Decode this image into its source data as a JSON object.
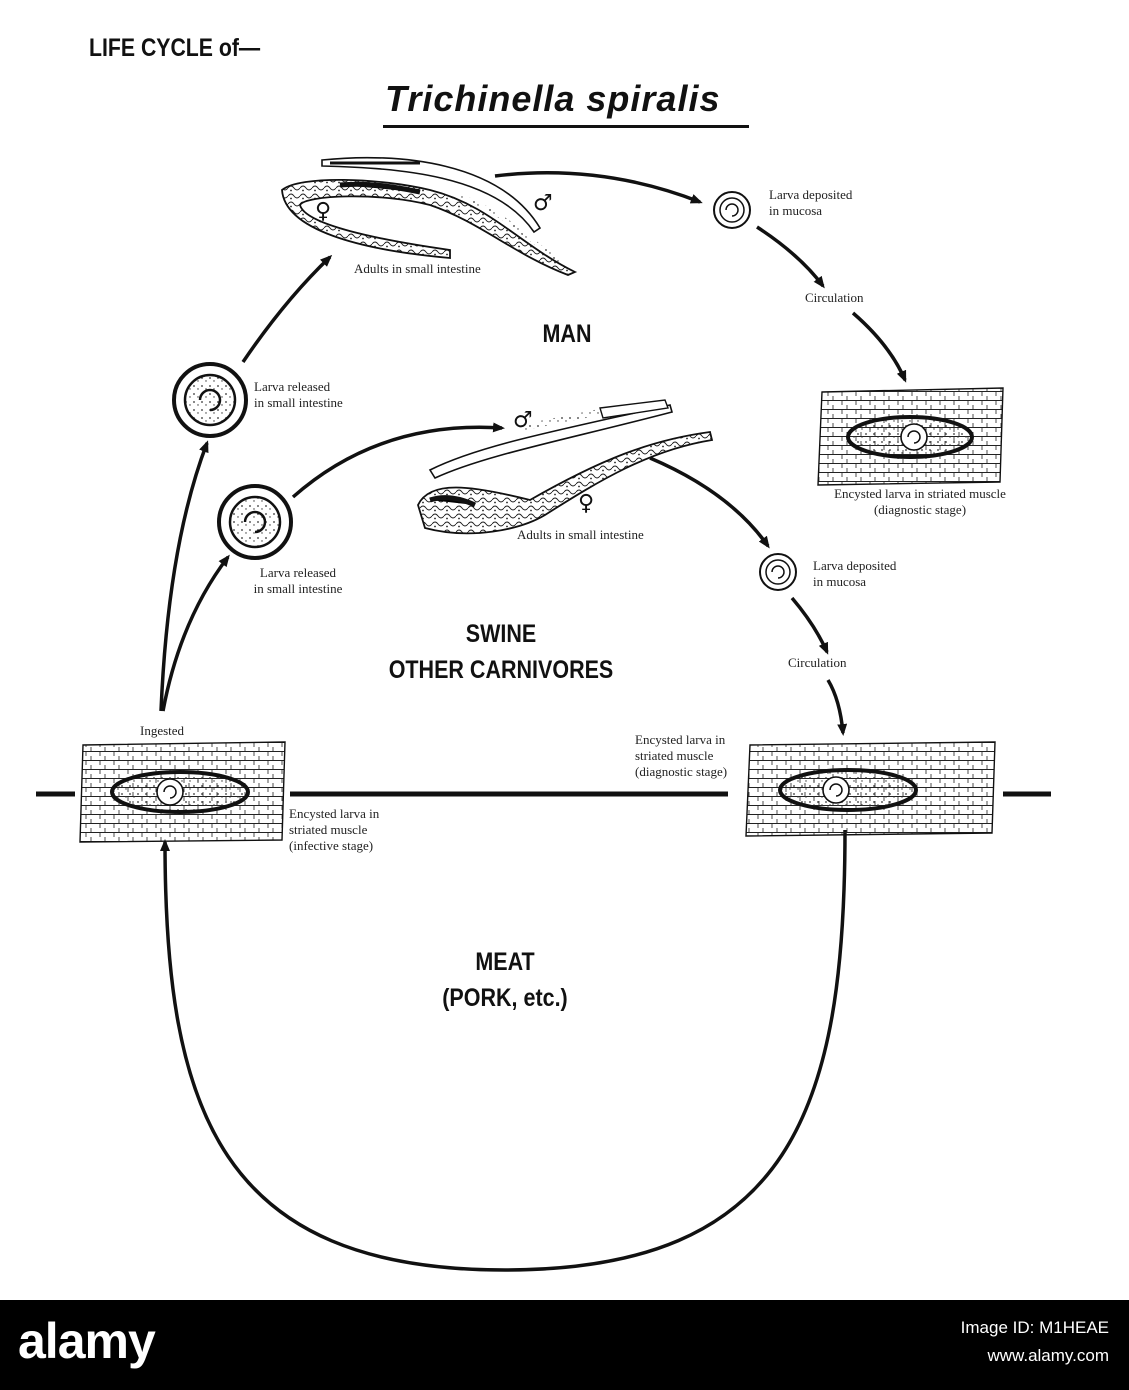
{
  "header": {
    "title_prefix": "LIFE CYCLE of—",
    "title_species": "Trichinella spiralis"
  },
  "regions": {
    "man": "MAN",
    "swine_line1": "SWINE",
    "swine_line2": "OTHER CARNIVORES",
    "meat_line1": "MEAT",
    "meat_line2": "(PORK, etc.)"
  },
  "labels": {
    "man_adults": "Adults in small intestine",
    "man_larva_deposited_1": "Larva deposited",
    "man_larva_deposited_2": "in mucosa",
    "man_circulation": "Circulation",
    "man_encysted_1": "Encysted larva in striated muscle",
    "man_encysted_2": "(diagnostic stage)",
    "man_larva_released_1": "Larva released",
    "man_larva_released_2": "in small intestine",
    "swine_adults": "Adults in small intestine",
    "swine_larva_released_1": "Larva released",
    "swine_larva_released_2": "in small intestine",
    "swine_larva_deposited_1": "Larva deposited",
    "swine_larva_deposited_2": "in mucosa",
    "swine_circulation": "Circulation",
    "ingested": "Ingested",
    "infective_1": "Encysted larva in",
    "infective_2": "striated muscle",
    "infective_3": "(infective stage)",
    "diagnostic_1": "Encysted larva in",
    "diagnostic_2": "striated muscle",
    "diagnostic_3": "(diagnostic stage)"
  },
  "symbols": {
    "male": "♂",
    "female": "♀"
  },
  "footer": {
    "logo": "alamy",
    "image_id": "Image ID: M1HEAE",
    "site": "www.alamy.com"
  }
}
